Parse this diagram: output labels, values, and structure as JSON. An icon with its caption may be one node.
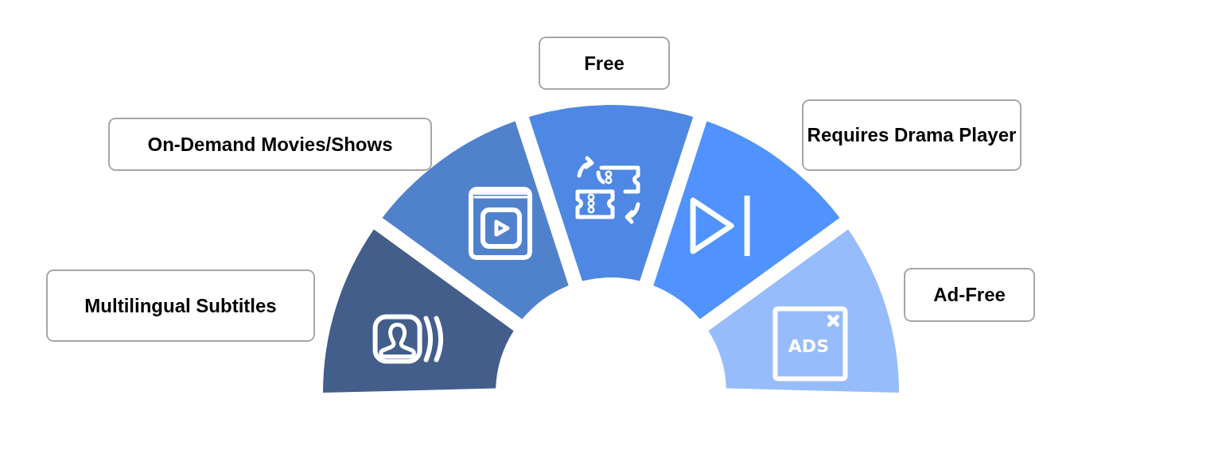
{
  "diagram": {
    "nodes": [
      {
        "text": [
          "Free"
        ]
      },
      {
        "text": [
          "On-Demand Movies/Shows"
        ]
      },
      {
        "text": [
          "Requires Drama Player"
        ]
      },
      {
        "text": [
          "Multilingual Subtitles"
        ]
      },
      {
        "text": [
          "Ad-Free"
        ]
      },
      {
        "text": [],
        "shape": "sector"
      },
      {
        "text": [],
        "shape": "sector"
      },
      {
        "text": [],
        "shape": "sector"
      },
      {
        "text": [],
        "shape": "sector"
      },
      {
        "text": [],
        "shape": "sector"
      }
    ],
    "labels": [
      "ADS"
    ]
  }
}
